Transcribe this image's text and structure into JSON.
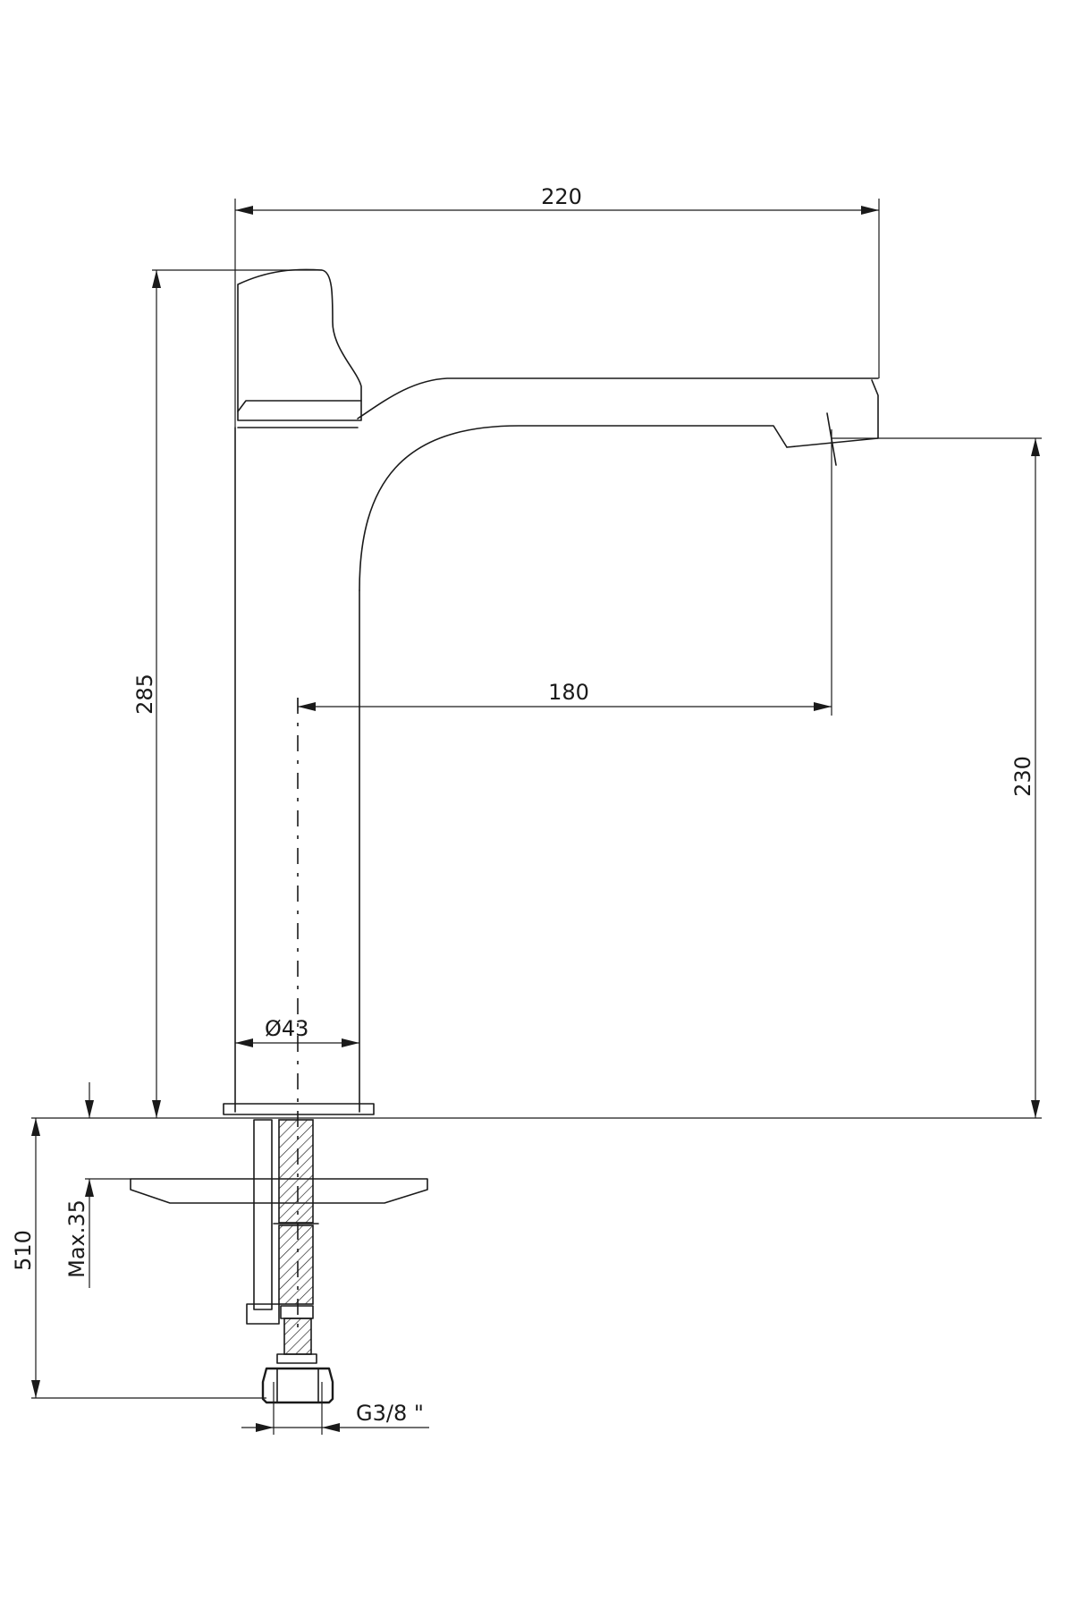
{
  "dimensions": {
    "overall_length": "220",
    "overall_height": "285",
    "spout_reach": "180",
    "spout_height": "230",
    "body_diameter": "43",
    "hose_length": "510",
    "max_thickness": "Max.35",
    "connection": "G3/8 \""
  },
  "symbols": {
    "diameter": "Ø"
  }
}
